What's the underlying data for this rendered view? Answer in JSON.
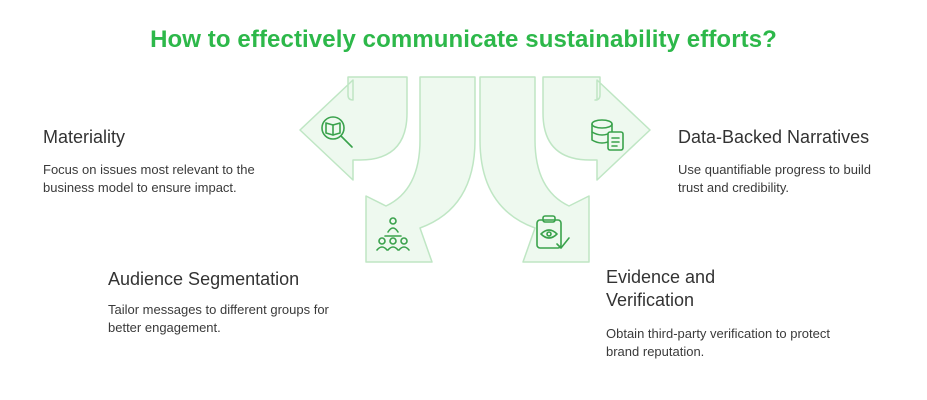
{
  "title": "How to effectively communicate sustainability efforts?",
  "items": [
    {
      "heading": "Materiality",
      "body": "Focus on issues most relevant to the business model to ensure impact.",
      "icon": "book-magnifier-icon"
    },
    {
      "heading": "Audience Segmentation",
      "body": "Tailor messages to different groups for better engagement.",
      "icon": "people-group-icon"
    },
    {
      "heading": "Evidence and Verification",
      "body": "Obtain third-party verification to protect brand reputation.",
      "icon": "clipboard-eye-icon"
    },
    {
      "heading": "Data-Backed Narratives",
      "body": "Use quantifiable progress to build trust and credibility.",
      "icon": "database-report-icon"
    }
  ],
  "colors": {
    "title": "#2db84a",
    "arrow_fill": "#eef9ef",
    "arrow_stroke": "#bfe6c4",
    "icon": "#3aa24c"
  }
}
